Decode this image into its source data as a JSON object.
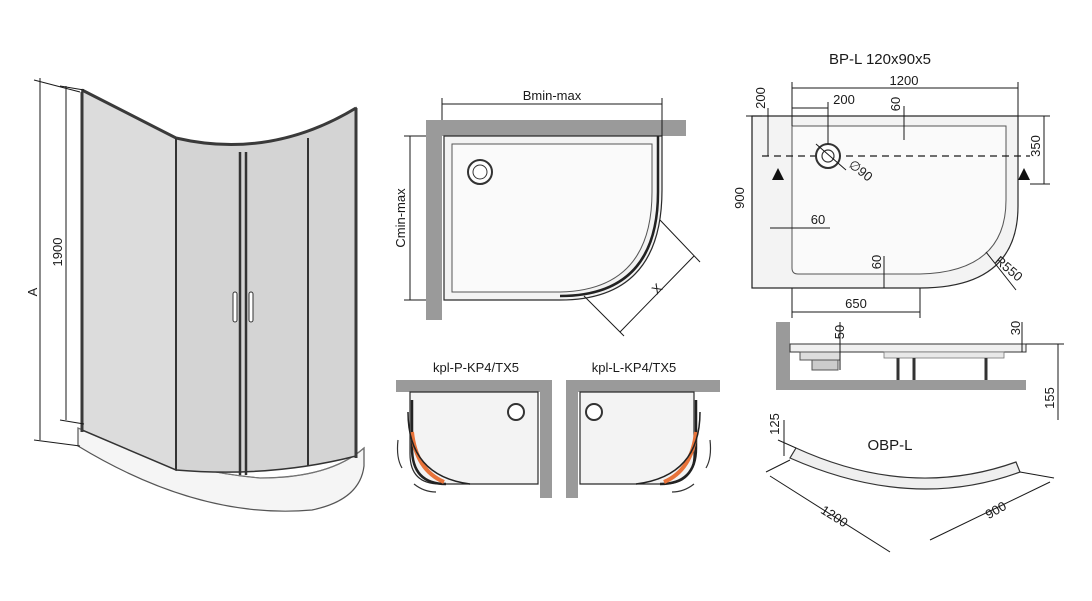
{
  "enclosure": {
    "dim_a": "A",
    "dim_height": "1900"
  },
  "topview": {
    "dim_b": "Bmin-max",
    "dim_c": "Cmin-max",
    "dim_x": "X"
  },
  "variants": {
    "right": "kpl-P-KP4/TX5",
    "left": "kpl-L-KP4/TX5",
    "accent_color": "#e8733a"
  },
  "tray": {
    "title": "BP-L 120x90x5",
    "width": "1200",
    "depth": "900",
    "offset_left": "200",
    "offset_left_inner": "200",
    "rim_top": "60",
    "drain_diameter": "∅90",
    "drain_side": "350",
    "rim_left": "60",
    "rim_bottom": "60",
    "corner_radius": "R550",
    "bottom_width": "650"
  },
  "section": {
    "dim_50": "50",
    "dim_30": "30",
    "dim_155": "155"
  },
  "panel": {
    "title": "OBP-L",
    "height": "125",
    "length": "1200",
    "depth": "900"
  }
}
